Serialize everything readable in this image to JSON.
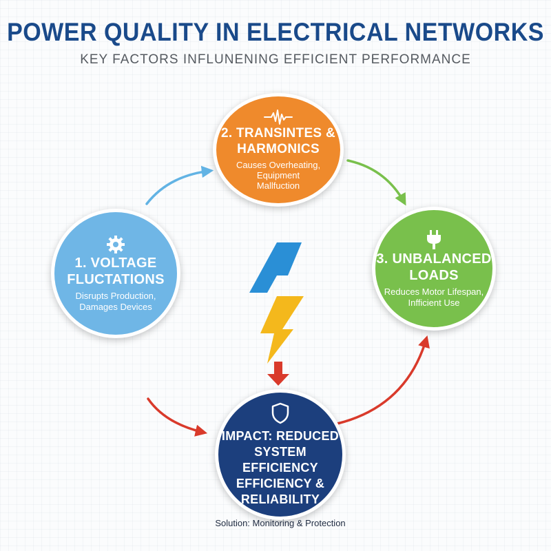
{
  "header": {
    "title": "POWER QUALITY IN ELECTRICAL NETWORKS",
    "subtitle": "KEY FACTORS INFLUNENING EFFICIENT PERFORMANCE"
  },
  "nodes": {
    "voltage": {
      "title": "1. VOLTAGE\nFLUCTATIONS",
      "description": "Disrupts Production,\nDamages Devices",
      "icon": "gear-icon",
      "color": "#6fb6e6"
    },
    "transients": {
      "title": "2. TRANSINTES &\nHARMONICS",
      "description": "Causes Overheating,\nEquipment\nMallfuction",
      "icon": "waveform-icon",
      "color": "#ef8a2c"
    },
    "unbalanced": {
      "title": "3. UNBALANCED\nLOADS",
      "description": "Reduces Motor Lifespan,\nInfficient Use",
      "icon": "plug-icon",
      "color": "#79c04c"
    },
    "impact": {
      "title": "IMPACT: REDUCED\nSYSTEM EFFICIENCY\nEFFICIENCY &\nRELIABILITY",
      "icon": "shield-icon",
      "color": "#1c3f7d"
    }
  },
  "center": {
    "icon": "lightning-bolt-icon",
    "colors": [
      "#2a8fd6",
      "#f4b81c"
    ]
  },
  "footer": {
    "solution": "Solution: Monitoring & Protection"
  },
  "colors": {
    "title": "#1a4a8a",
    "arrow_blue": "#62b3e4",
    "arrow_green": "#79c04c",
    "arrow_red": "#d93a2b"
  }
}
